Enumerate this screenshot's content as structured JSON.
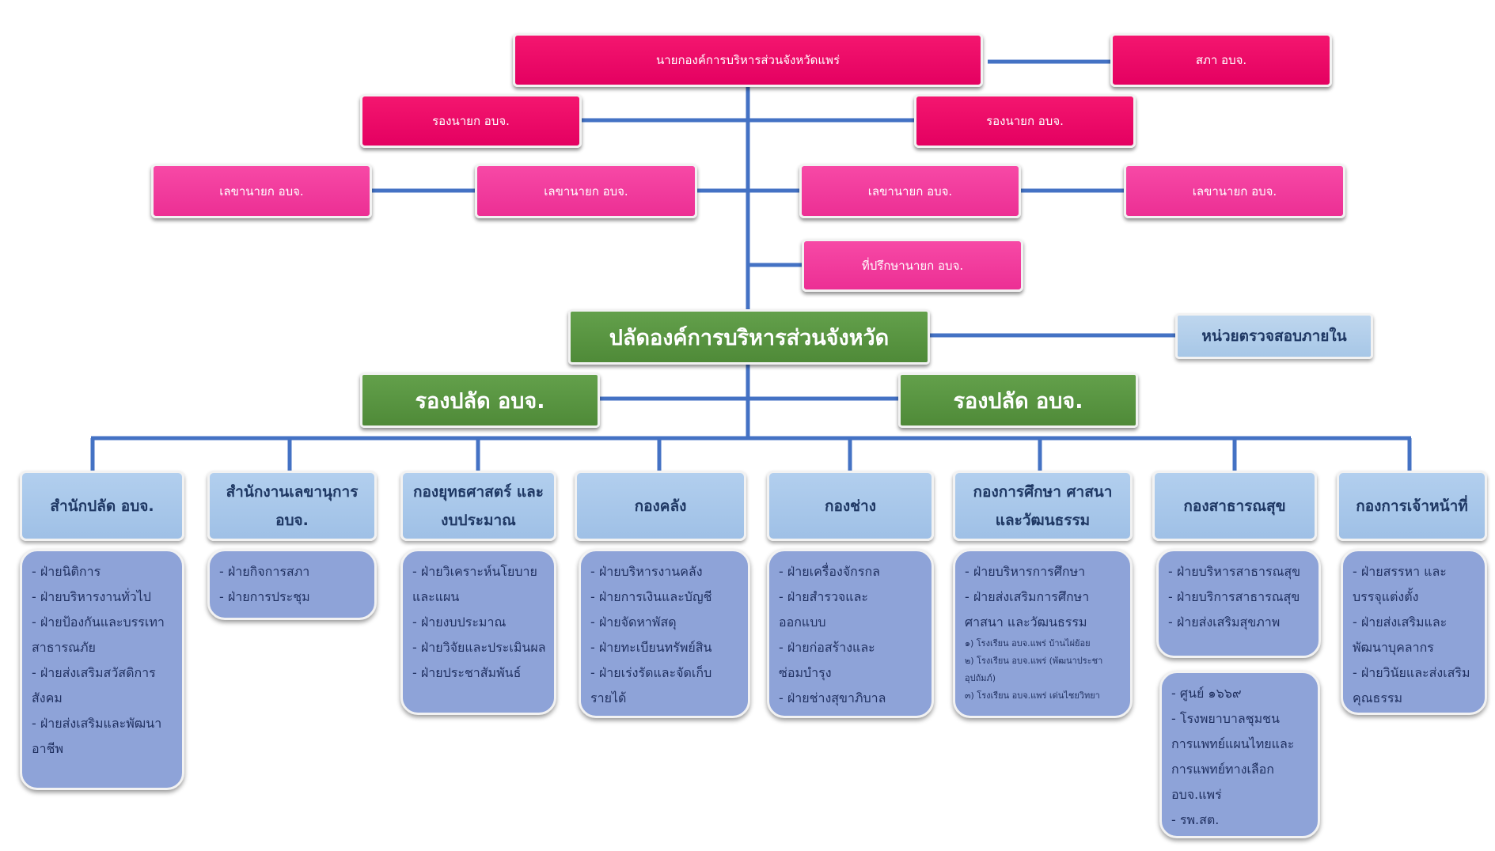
{
  "executives": {
    "mayor": "นายกองค์การบริหารส่วนจังหวัดแพร่",
    "council": "สภา อบจ.",
    "deputy_mayor_left": "รองนายก อบจ.",
    "deputy_mayor_right": "รองนายก อบจ."
  },
  "secretaries": [
    "เลขานายก อบจ.",
    "เลขานายก อบจ.",
    "เลขานายก อบจ.",
    "เลขานายก อบจ."
  ],
  "advisor": "ที่ปรึกษานายก  อบจ.",
  "permanent_secretary": "ปลัดองค์การบริหารส่วนจังหวัด",
  "internal_audit": "หน่วยตรวจสอบภายใน",
  "deputy_clerks": [
    "รองปลัด อบจ.",
    "รองปลัด อบจ."
  ],
  "departments": [
    {
      "title": "สำนักปลัด อบจ.",
      "units": [
        "- ฝ่ายนิติการ",
        "- ฝ่ายบริหารงานทั่วไป",
        "- ฝ่ายป้องกันและบรรเทา",
        "สาธารณภัย",
        "- ฝ่ายส่งเสริมสวัสดิการ",
        "สังคม",
        "- ฝ่ายส่งเสริมและพัฒนา",
        "อาชีพ"
      ]
    },
    {
      "title": "สำนักงานเลขานุการ อบจ.",
      "units": [
        "- ฝ่ายกิจการสภา",
        "- ฝ่ายการประชุม"
      ]
    },
    {
      "title": "กองยุทธศาสตร์ และงบประมาณ",
      "units": [
        "- ฝ่ายวิเคราะห์นโยบาย",
        "และแผน",
        "- ฝ่ายงบประมาณ",
        "- ฝ่ายวิจัยและประเมินผล",
        "- ฝ่ายประชาสัมพันธ์"
      ]
    },
    {
      "title": "กองคลัง",
      "units": [
        "- ฝ่ายบริหารงานคลัง",
        "- ฝ่ายการเงินและบัญชี",
        "- ฝ่ายจัดหาพัสดุ",
        "- ฝ่ายทะเบียนทรัพย์สิน",
        "- ฝ่ายเร่งรัดและจัดเก็บ",
        "รายได้"
      ]
    },
    {
      "title": "กองช่าง",
      "units": [
        "- ฝ่ายเครื่องจักรกล",
        "- ฝ่ายสำรวจและ",
        "ออกแบบ",
        "- ฝ่ายก่อสร้างและ",
        "ซ่อมบำรุง",
        "- ฝ่ายช่างสุขาภิบาล"
      ]
    },
    {
      "title": "กองการศึกษา ศาสนา และวัฒนธรรม",
      "units": [
        "- ฝ่ายบริหารการศึกษา",
        "- ฝ่ายส่งเสริมการศึกษา",
        "ศาสนา และวัฒนธรรม"
      ],
      "schools": [
        "๑) โรงเรียน อบจ.แพร่ บ้านไผ่ย้อย",
        "๒) โรงเรียน อบจ.แพร่ (พัฒนาประชา",
        "อุปถัมภ์)",
        "๓) โรงเรียน อบจ.แพร่ เด่นไชยวิทยา"
      ]
    },
    {
      "title": "กองสาธารณสุข",
      "units": [
        "- ฝ่ายบริหารสาธารณสุข",
        "- ฝ่ายบริการสาธารณสุข",
        "- ฝ่ายส่งเสริมสุขภาพ"
      ],
      "extra_units": [
        "- ศูนย์ ๑๖๖๙",
        "- โรงพยาบาลชุมชน",
        "การแพทย์แผนไทยและ",
        "การแพทย์ทางเลือก",
        "อบจ.แพร่",
        "- รพ.สต."
      ]
    },
    {
      "title": "กองการเจ้าหน้าที่",
      "units": [
        "- ฝ่ายสรรหา และ",
        "บรรจุแต่งตั้ง",
        "- ฝ่ายส่งเสริมและ",
        "พัฒนาบุคลากร",
        "- ฝ่ายวินัยและส่งเสริม",
        "คุณธรรม"
      ]
    }
  ],
  "colors": {
    "executive": "#e40061",
    "secretary": "#ec2f94",
    "clerk": "#4f8a38",
    "department": "#9fc0e6",
    "unit_box": "#8ea3d8",
    "connector": "#4472c4"
  }
}
